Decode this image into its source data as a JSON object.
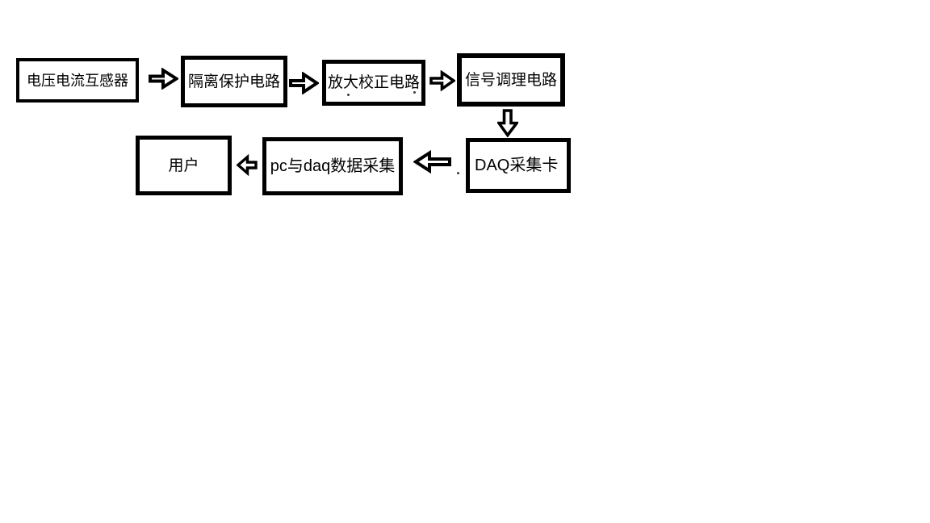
{
  "diagram": {
    "type": "flowchart",
    "nodes": [
      {
        "id": "voltage-current-transformer",
        "label": "电压电流互感器"
      },
      {
        "id": "isolation-protection-circuit",
        "label": "隔离保护电路"
      },
      {
        "id": "amplification-correction-circuit",
        "label": "放大校正电路"
      },
      {
        "id": "signal-conditioning-circuit",
        "label": "信号调理电路"
      },
      {
        "id": "daq-card",
        "label": "DAQ采集卡"
      },
      {
        "id": "pc-daq-data-acquisition",
        "label": "pc与daq数据采集"
      },
      {
        "id": "user",
        "label": "用户"
      }
    ],
    "edges": [
      {
        "from": "电压电流互感器",
        "to": "隔离保护电路",
        "direction": "right"
      },
      {
        "from": "隔离保护电路",
        "to": "放大校正电路",
        "direction": "right"
      },
      {
        "from": "放大校正电路",
        "to": "信号调理电路",
        "direction": "right"
      },
      {
        "from": "信号调理电路",
        "to": "DAQ采集卡",
        "direction": "down"
      },
      {
        "from": "DAQ采集卡",
        "to": "pc与daq数据采集",
        "direction": "left"
      },
      {
        "from": "pc与daq数据采集",
        "to": "用户",
        "direction": "left"
      }
    ],
    "colors": {
      "background": "#ffffff",
      "box_border": "#000000",
      "box_fill": "#ffffff",
      "arrow_outline": "#000000",
      "arrow_fill": "#ffffff",
      "text": "#000000"
    }
  }
}
